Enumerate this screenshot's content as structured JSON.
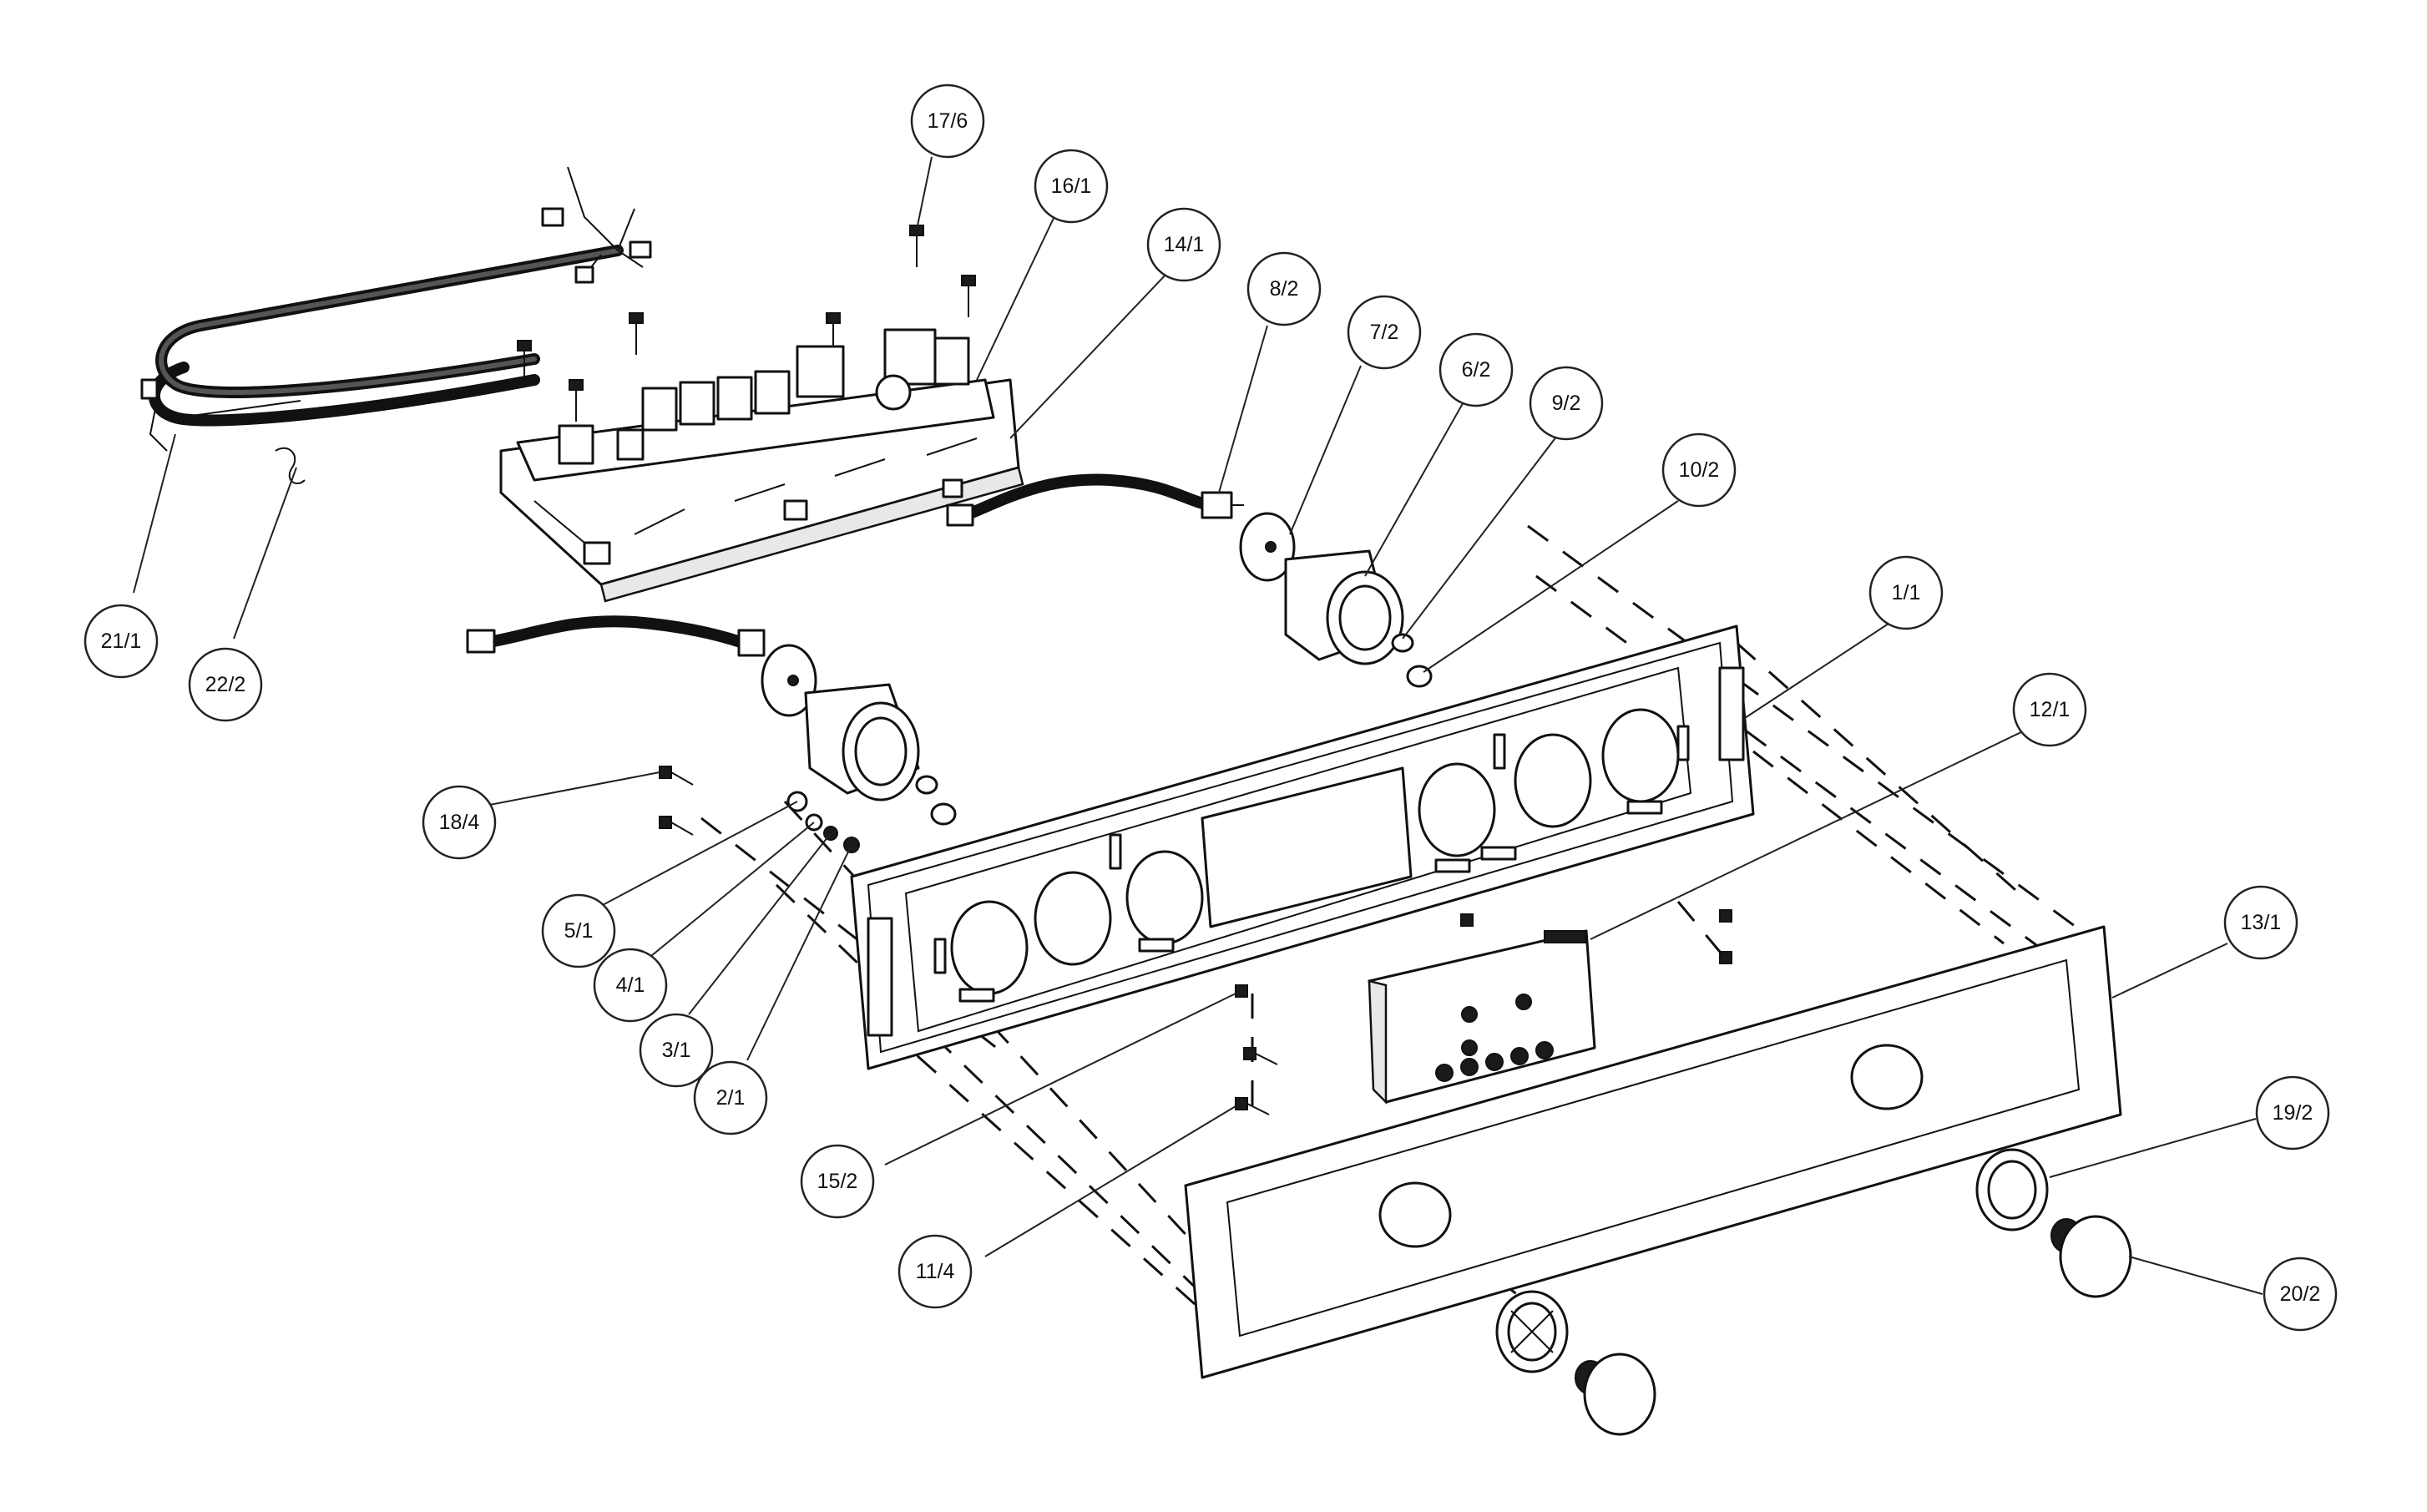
{
  "callouts": [
    {
      "id": "c-17-6",
      "label": "17/6"
    },
    {
      "id": "c-16-1",
      "label": "16/1"
    },
    {
      "id": "c-14-1",
      "label": "14/1"
    },
    {
      "id": "c-8-2",
      "label": "8/2"
    },
    {
      "id": "c-7-2",
      "label": "7/2"
    },
    {
      "id": "c-6-2",
      "label": "6/2"
    },
    {
      "id": "c-9-2",
      "label": "9/2"
    },
    {
      "id": "c-10-2",
      "label": "10/2"
    },
    {
      "id": "c-1-1",
      "label": "1/1"
    },
    {
      "id": "c-12-1",
      "label": "12/1"
    },
    {
      "id": "c-13-1",
      "label": "13/1"
    },
    {
      "id": "c-19-2",
      "label": "19/2"
    },
    {
      "id": "c-20-2",
      "label": "20/2"
    },
    {
      "id": "c-21-1",
      "label": "21/1"
    },
    {
      "id": "c-22-2",
      "label": "22/2"
    },
    {
      "id": "c-18-4",
      "label": "18/4"
    },
    {
      "id": "c-5-1",
      "label": "5/1"
    },
    {
      "id": "c-4-1",
      "label": "4/1"
    },
    {
      "id": "c-3-1",
      "label": "3/1"
    },
    {
      "id": "c-2-1",
      "label": "2/1"
    },
    {
      "id": "c-15-2",
      "label": "15/2"
    },
    {
      "id": "c-11-4",
      "label": "11/4"
    }
  ],
  "colors": {
    "line": "#111111",
    "background": "#ffffff"
  }
}
